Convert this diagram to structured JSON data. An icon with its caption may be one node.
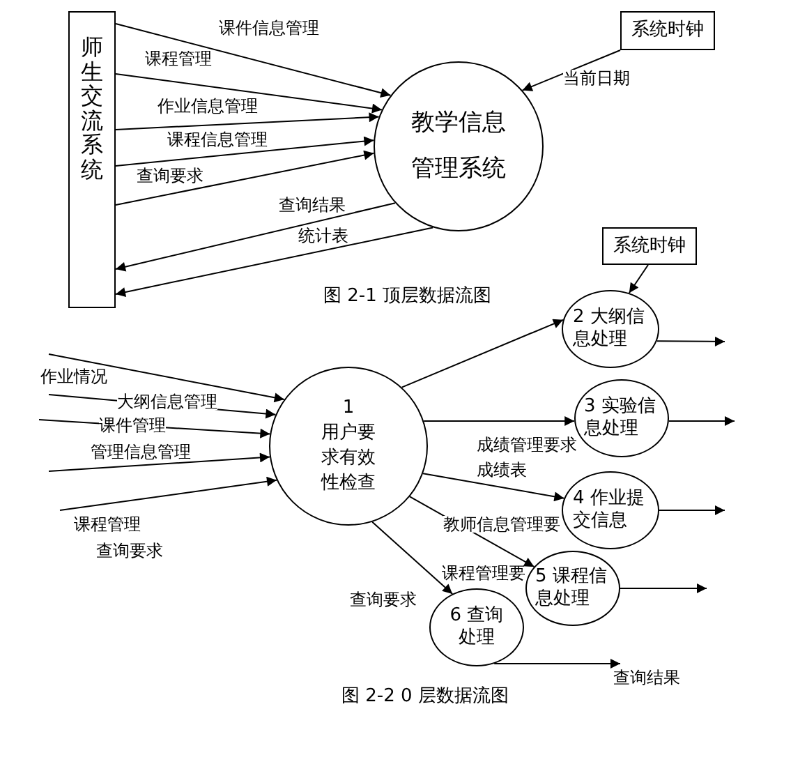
{
  "diagram": {
    "nodes": [
      {
        "text": [
          "师生交流系统"
        ]
      },
      {
        "text": [
          "教学信息管理系统"
        ]
      },
      {
        "text": [
          "系统时钟"
        ]
      },
      {
        "text": [
          "系统时钟"
        ]
      },
      {
        "text": [
          "1",
          "用户要求有效性检查"
        ]
      },
      {
        "text": [
          "2 大纲信息处理"
        ]
      },
      {
        "text": [
          "3 实验信息处理"
        ]
      },
      {
        "text": [
          "4 作业提交信息"
        ]
      },
      {
        "text": [
          "5 课程信息处理"
        ]
      },
      {
        "text": [
          "6 查询处理"
        ]
      }
    ],
    "edges": [
      {
        "from": 0,
        "to": 1,
        "arrow": "to",
        "label": "课件信息管理"
      },
      {
        "from": 0,
        "to": 1,
        "arrow": "to",
        "label": "课程管理"
      },
      {
        "from": 0,
        "to": 1,
        "arrow": "to",
        "label": "作业信息管理"
      },
      {
        "from": 0,
        "to": 1,
        "arrow": "to",
        "label": "课程信息管理"
      },
      {
        "from": 0,
        "to": 1,
        "arrow": "to",
        "label": "查询要求"
      },
      {
        "from": 2,
        "to": 1,
        "arrow": "to",
        "label": "当前日期"
      },
      {
        "from": 1,
        "to": 0,
        "arrow": "to",
        "label": "查询结果"
      },
      {
        "from": 1,
        "to": 0,
        "arrow": "to",
        "label": "统计表"
      },
      {
        "from": null,
        "to": 4,
        "arrow": "to",
        "label": "作业情况"
      },
      {
        "from": null,
        "to": 4,
        "arrow": "to",
        "label": "大纲信息管理"
      },
      {
        "from": null,
        "to": 4,
        "arrow": "to",
        "label": "课件管理"
      },
      {
        "from": null,
        "to": 4,
        "arrow": "to",
        "label": "管理信息管理"
      },
      {
        "from": null,
        "to": 4,
        "arrow": "to",
        "label": "课程管理"
      },
      {
        "from": 3,
        "to": 5,
        "arrow": "to"
      },
      {
        "from": 4,
        "to": 5,
        "arrow": "to"
      },
      {
        "from": 4,
        "to": 6,
        "arrow": "to",
        "label": "成绩管理要求"
      },
      {
        "from": 4,
        "to": 7,
        "arrow": "to",
        "label": "成绩表"
      },
      {
        "from": 4,
        "to": 8,
        "arrow": "to",
        "label": "教师信息管理要"
      },
      {
        "from": 4,
        "to": 9,
        "arrow": "to",
        "label": "查询要求"
      },
      {
        "from": 5,
        "to": null,
        "arrow": "to"
      },
      {
        "from": 6,
        "to": null,
        "arrow": "to"
      },
      {
        "from": 7,
        "to": null,
        "arrow": "to"
      },
      {
        "from": 8,
        "to": null,
        "arrow": "to"
      },
      {
        "from": 9,
        "to": null,
        "arrow": "to",
        "label": "查询结果"
      }
    ],
    "labels": [
      "图 2-1 顶层数据流图",
      "查询要求",
      "课程管理要",
      "图 2-2 0 层数据流图"
    ]
  }
}
